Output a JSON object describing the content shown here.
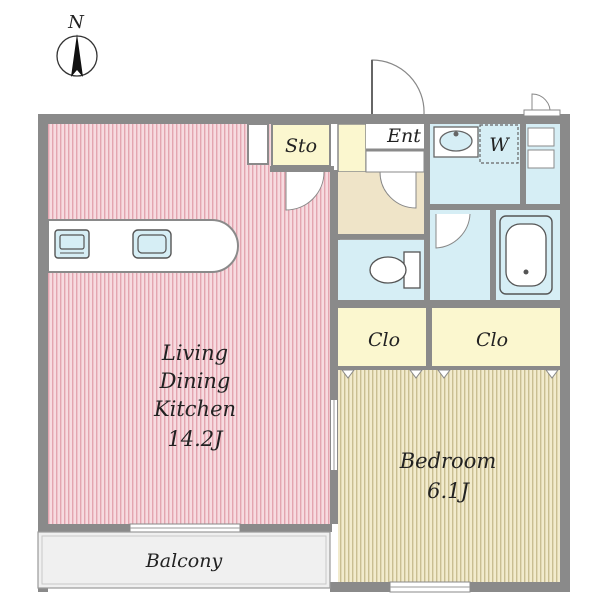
{
  "compass": {
    "label": "N"
  },
  "rooms": {
    "ldk": {
      "lines": [
        "Living",
        "Dining",
        "Kitchen",
        "14.2J"
      ]
    },
    "bedroom": {
      "lines": [
        "Bedroom",
        "6.1J"
      ]
    },
    "balcony": {
      "label": "Balcony"
    },
    "storage": {
      "label": "Sto"
    },
    "entrance": {
      "label": "Ent"
    },
    "washer": {
      "label": "W"
    },
    "closet_left": {
      "label": "Clo"
    },
    "closet_right": {
      "label": "Clo"
    }
  },
  "colors": {
    "wall": "#8a8a8a",
    "ldk_floor": "#f5d3d8",
    "ldk_stripe": "#e5a8b2",
    "bedroom_floor": "#f0e8c8",
    "bedroom_stripe": "#cfc49a",
    "closet": "#fbf7cf",
    "wet_area": "#d6eef5",
    "hall": "#efe4c8",
    "balcony": "#f0f0f0"
  }
}
